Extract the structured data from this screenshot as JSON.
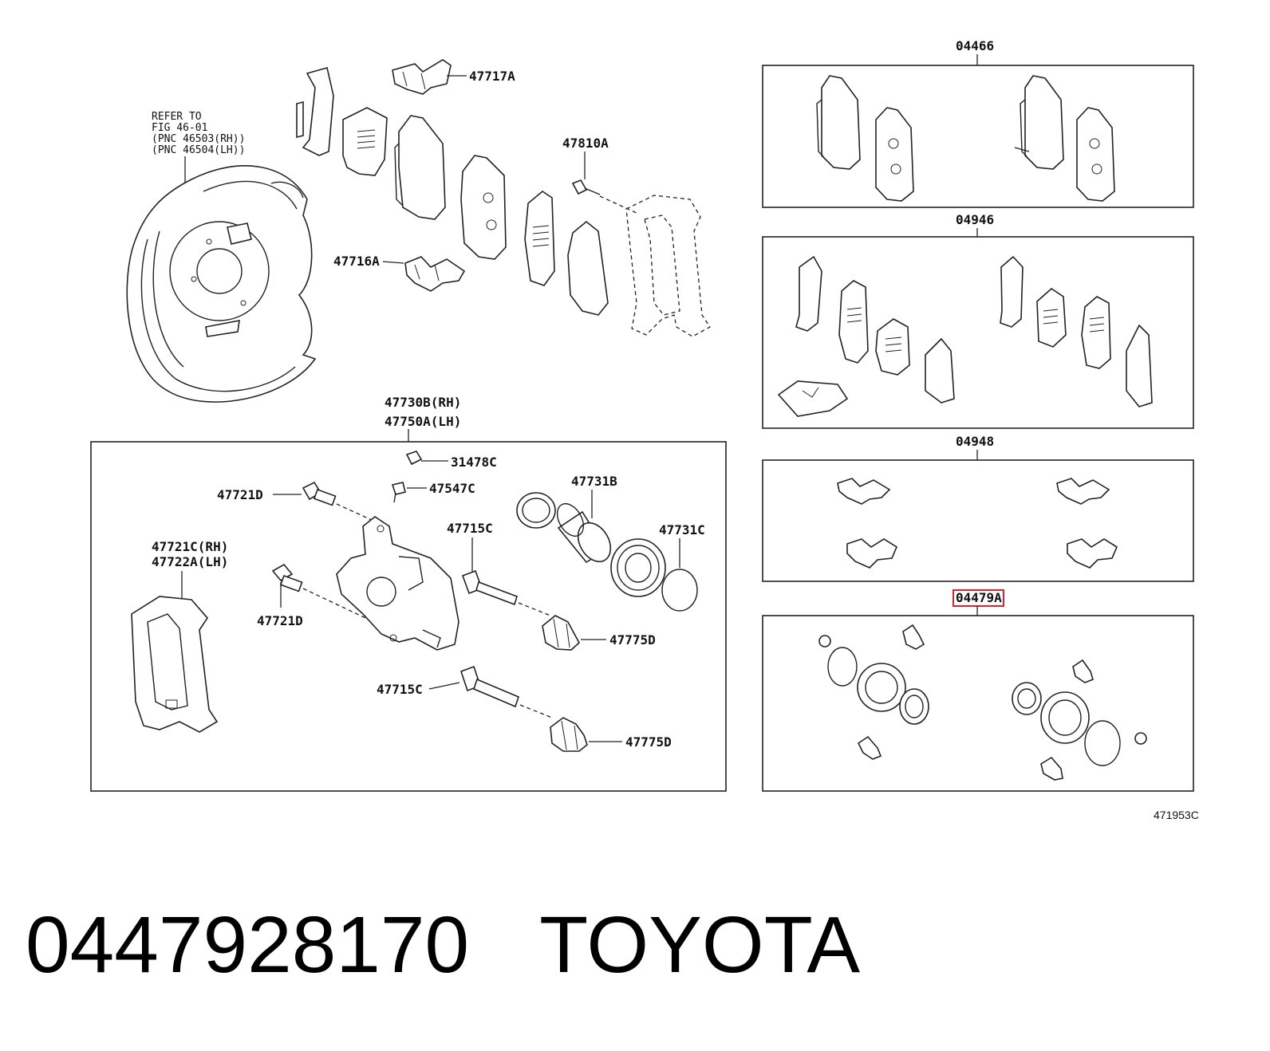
{
  "diagram": {
    "refer_note": [
      "REFER TO",
      "FIG 46-01",
      "(PNC 46503(RH))",
      "(PNC 46504(LH))"
    ],
    "labels": {
      "p47717A": "47717A",
      "p47810A": "47810A",
      "p47716A": "47716A",
      "assy_rh": "47730B(RH)",
      "assy_lh": "47750A(LH)",
      "p31478C": "31478C",
      "p47547C": "47547C",
      "p47721D_a": "47721D",
      "p47721D_b": "47721D",
      "p47731B": "47731B",
      "p47731C": "47731C",
      "p47715C_a": "47715C",
      "p47715C_b": "47715C",
      "p47721C_rh": "47721C(RH)",
      "p47722A_lh": "47722A(LH)",
      "p47775D_a": "47775D",
      "p47775D_b": "47775D"
    },
    "kits": {
      "k04466": "04466",
      "k04946": "04946",
      "k04948": "04948",
      "k04479A": "04479A"
    },
    "figure_id": "471953C"
  },
  "footer": {
    "part_number": "0447928170",
    "brand": "TOYOTA"
  },
  "colors": {
    "line": "#222222",
    "highlight": "#d9232e",
    "background": "#ffffff"
  }
}
